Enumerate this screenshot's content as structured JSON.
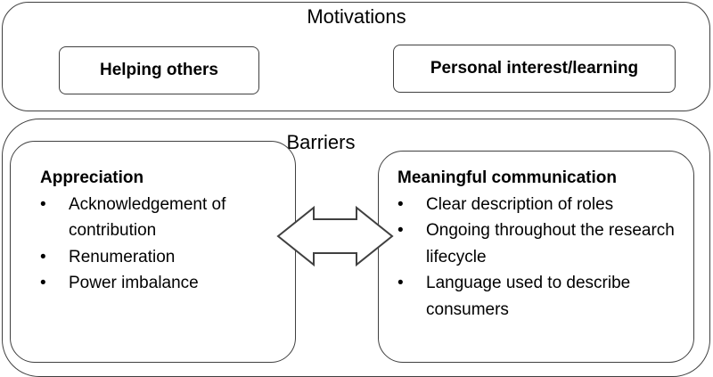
{
  "motivations": {
    "title": "Motivations",
    "items": [
      "Helping others",
      "Personal interest/learning"
    ]
  },
  "barriers": {
    "title": "Barriers",
    "appreciation": {
      "heading": "Appreciation",
      "items": [
        "Acknowledgement of contribution",
        "Renumeration",
        "Power imbalance"
      ]
    },
    "communication": {
      "heading": "Meaningful communication",
      "items": [
        "Clear description of roles",
        "Ongoing throughout the research lifecycle",
        "Language used to describe consumers"
      ]
    }
  },
  "colors": {
    "border": "#404040",
    "text": "#000000",
    "background": "#ffffff"
  },
  "icons": {
    "connector": "double-headed-arrow-icon"
  }
}
